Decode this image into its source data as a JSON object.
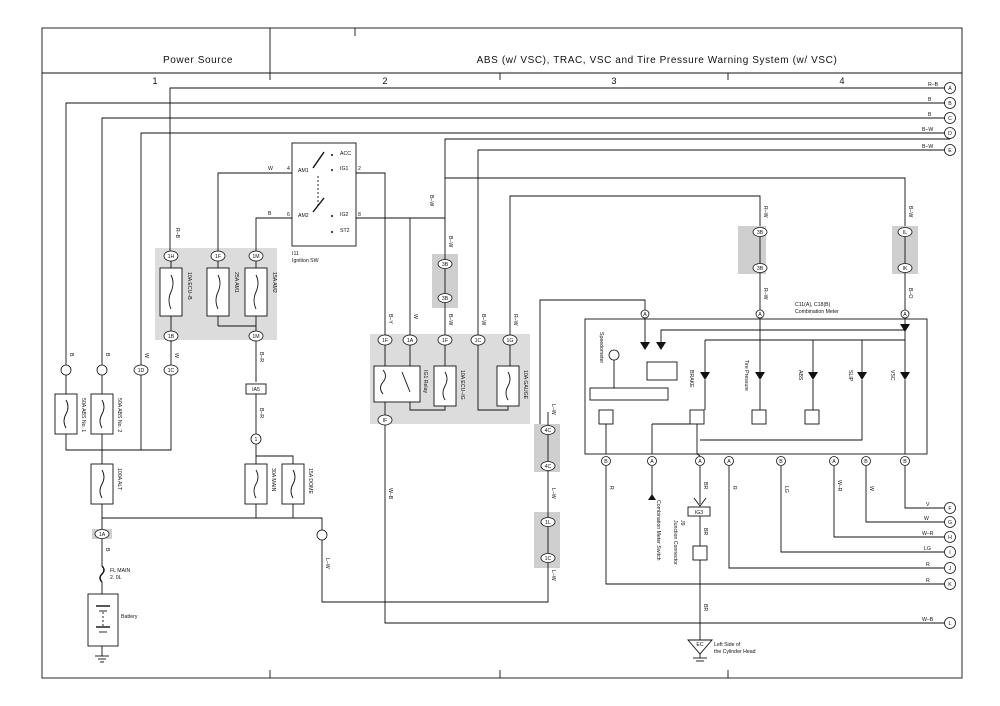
{
  "header": {
    "left_title": "Power Source",
    "right_title": "ABS (w/ VSC),  TRAC,  VSC and Tire Pressure Warning System (w/ VSC)",
    "columns": [
      "1",
      "2",
      "3",
      "4"
    ]
  },
  "terminals": [
    {
      "id": "A",
      "wire": "R–B"
    },
    {
      "id": "B",
      "wire": "B"
    },
    {
      "id": "C",
      "wire": "B"
    },
    {
      "id": "D",
      "wire": "B–W"
    },
    {
      "id": "E",
      "wire": "B–W"
    },
    {
      "id": "F",
      "wire": "V"
    },
    {
      "id": "G",
      "wire": "W"
    },
    {
      "id": "H",
      "wire": "W–R"
    },
    {
      "id": "I",
      "wire": "LG"
    },
    {
      "id": "J",
      "wire": "R"
    },
    {
      "id": "K",
      "wire": "R"
    },
    {
      "id": "L",
      "wire": "W–B"
    }
  ],
  "ignition_switch": {
    "code": "I11",
    "name": "Ignition SW",
    "left_pins": [
      "AM1",
      "AM2"
    ],
    "right_pins": [
      "ACC",
      "IG1",
      "IG2",
      "ST2"
    ],
    "pin_nums": [
      "4",
      "6",
      "2",
      "8"
    ],
    "wires": [
      "W",
      "B"
    ]
  },
  "fuses": [
    {
      "label": "10A ECU–B"
    },
    {
      "label": "25A AM1"
    },
    {
      "label": "15A AM2"
    },
    {
      "label": "50A ABS No. 1"
    },
    {
      "label": "50A ABS No. 2"
    },
    {
      "label": "100A ALT"
    },
    {
      "label": "30A MAIN"
    },
    {
      "label": "15A DOME"
    },
    {
      "label": "10A ECU–IG"
    },
    {
      "label": "10A GAUGE"
    }
  ],
  "relay": {
    "label": "IG1 Relay"
  },
  "fusible_link": {
    "label": "FL MAIN",
    "value": "2. 0L"
  },
  "battery": {
    "label": "Battery"
  },
  "combination_meter": {
    "code": "C11(A), C18(B)",
    "name": "Combination Meter",
    "speedometer": "Speedometer",
    "indicators": [
      "BRAKE",
      "Tire Pressure",
      "ABS",
      "SLIP",
      "VSC"
    ],
    "bottom_pins": [
      "8 B",
      "12 A",
      "20 A",
      "6 A",
      "6 B",
      "8 A",
      "3 B",
      "10 B"
    ]
  },
  "connectors": {
    "top_upper": [
      "1H",
      "1F",
      "1M"
    ],
    "top_lower": [
      "1B",
      "1M"
    ],
    "mid_upper": [
      "1F",
      "1A",
      "1F",
      "1C",
      "1G"
    ],
    "ig3": "IG3",
    "junction": "J9",
    "junction_name": "Junction Connector",
    "ec": "EC",
    "ground_label": "Left Side of the Cylinder Head",
    "cm_switch": "Combination Meter Switch"
  },
  "wire_colors": {
    "rb": "R–B",
    "w": "W",
    "b": "B",
    "bw": "B–W",
    "br": "B–R",
    "by": "B–Y",
    "lw": "L–W",
    "rw": "R–W",
    "bo": "B–O",
    "wb": "W–B",
    "r": "R",
    "lg": "LG",
    "wr": "W–R",
    "v": "V",
    "brw": "BR"
  }
}
